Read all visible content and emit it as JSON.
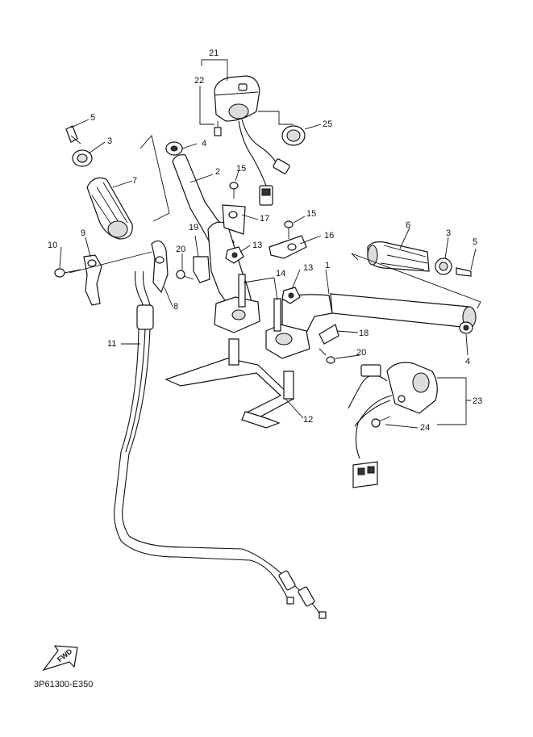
{
  "diagram": {
    "reference_code": "3P61300-E350",
    "fwd_label": "FWD",
    "callouts": {
      "c1": "1",
      "c2": "2",
      "c3a": "3",
      "c3b": "3",
      "c4a": "4",
      "c4b": "4",
      "c5a": "5",
      "c5b": "5",
      "c6": "6",
      "c7": "7",
      "c8": "8",
      "c9": "9",
      "c10": "10",
      "c11": "11",
      "c12": "12",
      "c13a": "13",
      "c13b": "13",
      "c14": "14",
      "c15a": "15",
      "c15b": "15",
      "c16": "16",
      "c17": "17",
      "c18": "18",
      "c19": "19",
      "c20a": "20",
      "c20b": "20",
      "c21": "21",
      "c22": "22",
      "c23": "23",
      "c24": "24",
      "c25": "25"
    }
  }
}
